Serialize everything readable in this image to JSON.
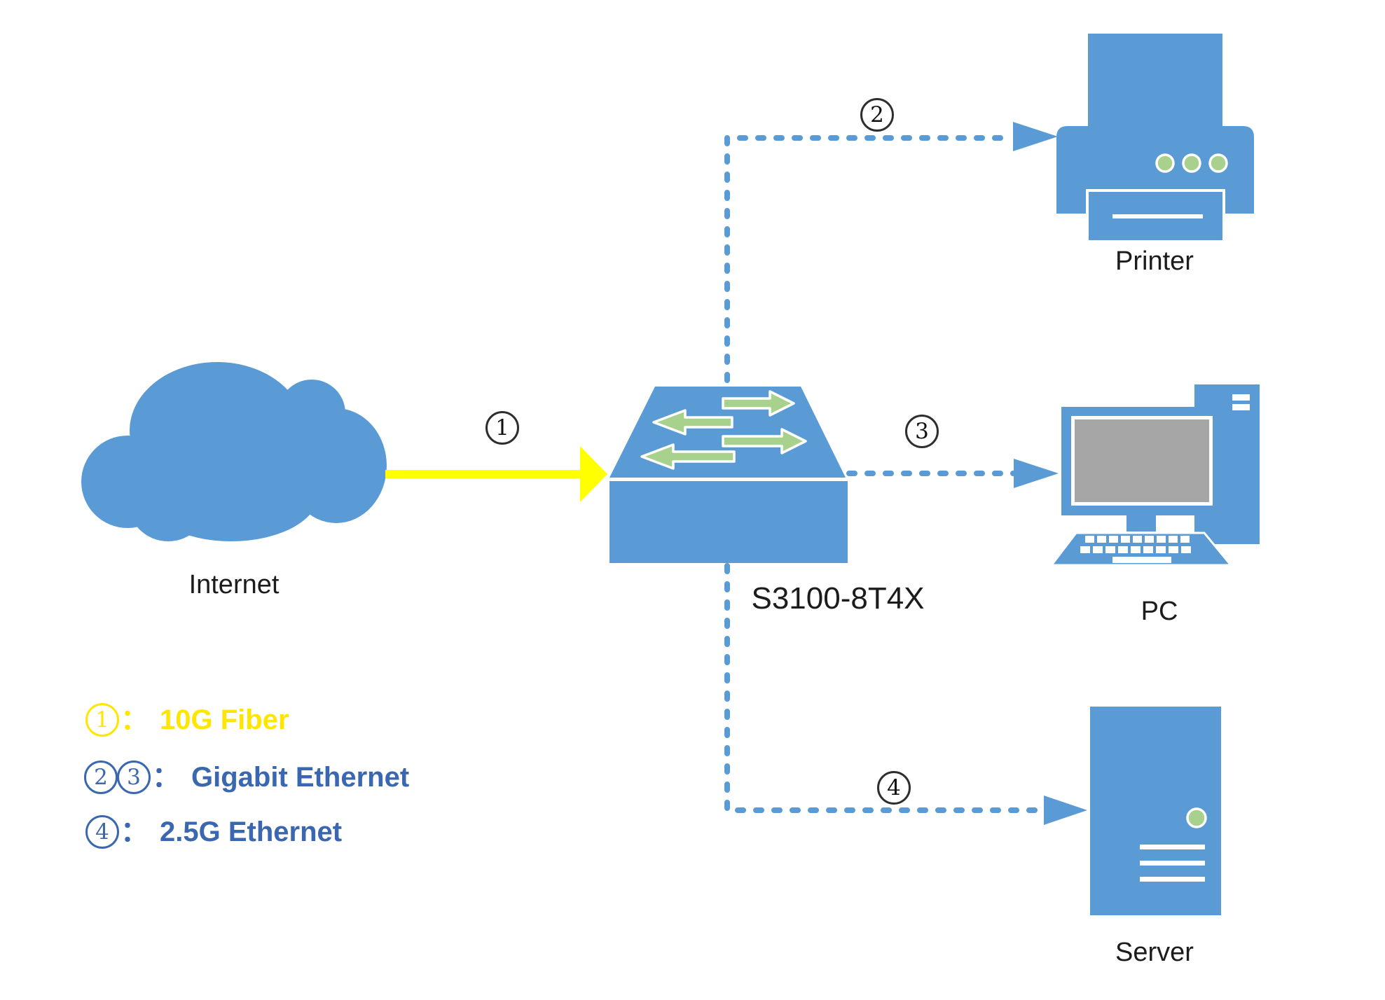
{
  "nodes": {
    "internet": {
      "label": "Internet"
    },
    "switch": {
      "label": "S3100-8T4X"
    },
    "printer": {
      "label": "Printer"
    },
    "pc": {
      "label": "PC"
    },
    "server": {
      "label": "Server"
    }
  },
  "connections": [
    {
      "id": "1",
      "from": "Internet",
      "to": "S3100-8T4X",
      "link_type": "10G Fiber",
      "style": "solid-yellow-arrow"
    },
    {
      "id": "2",
      "from": "S3100-8T4X",
      "to": "Printer",
      "link_type": "Gigabit Ethernet",
      "style": "dashed-blue-arrow"
    },
    {
      "id": "3",
      "from": "S3100-8T4X",
      "to": "PC",
      "link_type": "Gigabit Ethernet",
      "style": "dashed-blue-arrow"
    },
    {
      "id": "4",
      "from": "S3100-8T4X",
      "to": "Server",
      "link_type": "2.5G Ethernet",
      "style": "dashed-blue-arrow"
    }
  ],
  "legend": {
    "colon": "：",
    "items": [
      {
        "nums": [
          "1"
        ],
        "label": "10G Fiber",
        "color": "#FFE600"
      },
      {
        "nums": [
          "2",
          "3"
        ],
        "label": "Gigabit Ethernet",
        "color": "#3A67B0"
      },
      {
        "nums": [
          "4"
        ],
        "label": "2.5G Ethernet",
        "color": "#3A67B0"
      }
    ]
  },
  "colors": {
    "device_blue": "#5B9BD5",
    "switch_arrow_green": "#A9D18E",
    "fiber_yellow": "#FFFF00",
    "legend_yellow": "#FFE600",
    "legend_blue": "#3A67B0",
    "screen_gray": "#A6A6A6",
    "dashed_link_blue": "#5B9BD5"
  }
}
